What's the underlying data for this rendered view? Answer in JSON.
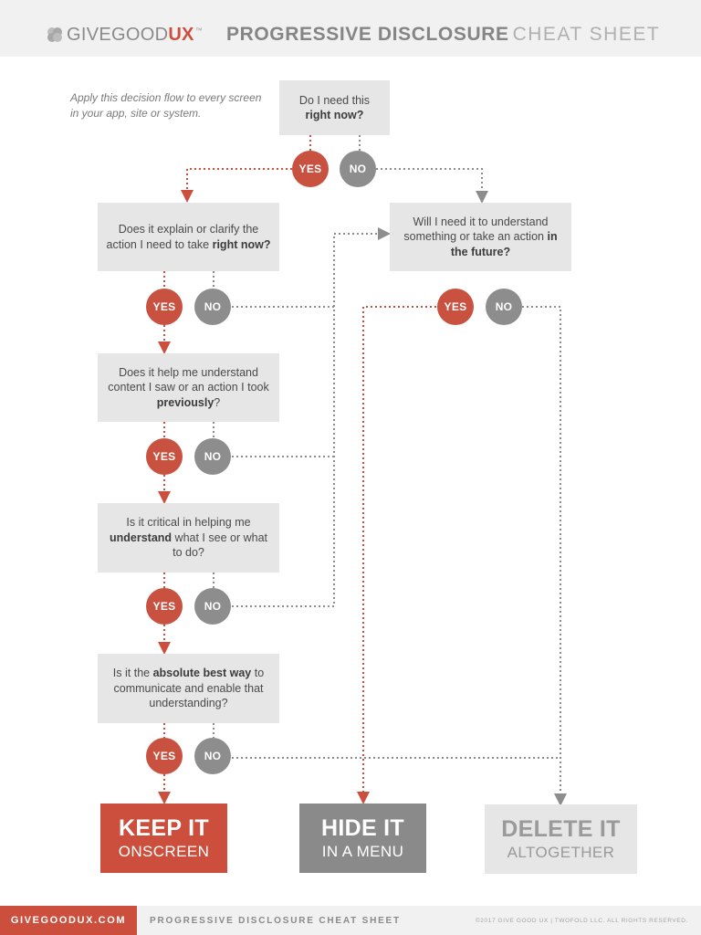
{
  "header": {
    "logo_give_good": "GIVEGOOD",
    "logo_ux": "UX",
    "logo_tm": "™",
    "title_bold": "PROGRESSIVE DISCLOSURE",
    "title_light": "CHEAT SHEET"
  },
  "intro": "Apply this decision flow to every screen in your app, site or system.",
  "questions": {
    "q1": {
      "pre": "Do I need this",
      "bold": "right now?"
    },
    "q2": {
      "pre": "Does it explain or clarify the action I need to take",
      "bold": "right now?"
    },
    "q3": {
      "pre": "Will I need it to understand something or take an action",
      "bold": "in the future?"
    },
    "q4": {
      "pre": "Does it help me understand content I saw or an action I took",
      "bold": "previously",
      "post": "?"
    },
    "q5": {
      "pre": "Is it critical in helping me",
      "bold": "understand",
      "post": "what I see or what to do?"
    },
    "q6": {
      "pre": "Is it the",
      "bold": "absolute best way",
      "post": "to communicate and enable that understanding?"
    }
  },
  "answers": {
    "yes": "YES",
    "no": "NO"
  },
  "results": {
    "keep": {
      "line1": "KEEP IT",
      "line2": "ONSCREEN"
    },
    "hide": {
      "line1": "HIDE IT",
      "line2": "IN A MENU"
    },
    "delete": {
      "line1": "DELETE IT",
      "line2": "ALTOGETHER"
    }
  },
  "footer": {
    "site": "GIVEGOODUX.COM",
    "title": "PROGRESSIVE DISCLOSURE CHEAT SHEET",
    "copyright": "©2017 GIVE GOOD UX | TWOFOLD LLC. ALL RIGHTS RESERVED."
  },
  "colors": {
    "accent_red": "#cc4e3c",
    "yes_dot": "#c85140",
    "no_dot": "#8d8d8d",
    "question_box": "#e6e6e6",
    "hide_box": "#8a8a8a",
    "delete_box": "#e6e6e6"
  }
}
